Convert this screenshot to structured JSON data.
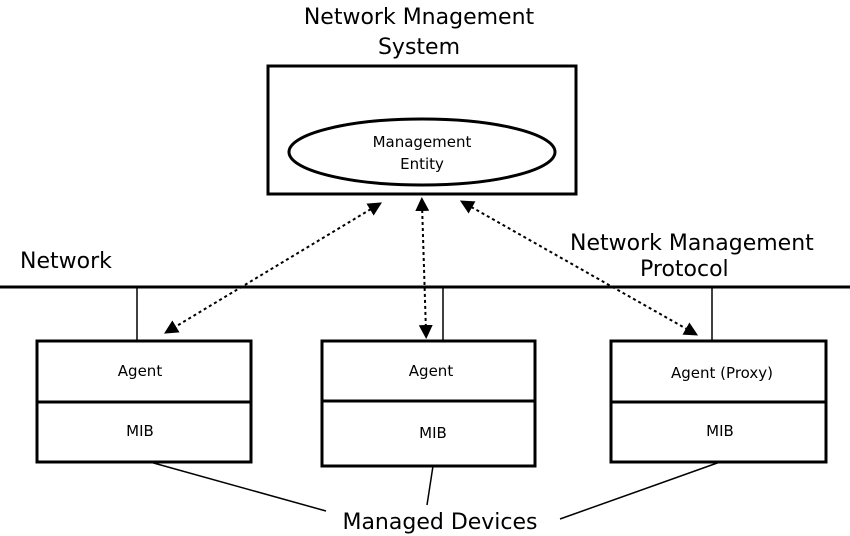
{
  "nms": {
    "title_line1": "Network Mnagement",
    "title_line2": "System",
    "entity_line1": "Management",
    "entity_line2": "Entity"
  },
  "network": {
    "label": "Network",
    "protocol_line1": "Network Management",
    "protocol_line2": "Protocol"
  },
  "devices": [
    {
      "agent": "Agent",
      "mib": "MIB"
    },
    {
      "agent": "Agent",
      "mib": "MIB"
    },
    {
      "agent": "Agent (Proxy)",
      "mib": "MIB"
    }
  ],
  "managed_devices_label": "Managed Devices"
}
